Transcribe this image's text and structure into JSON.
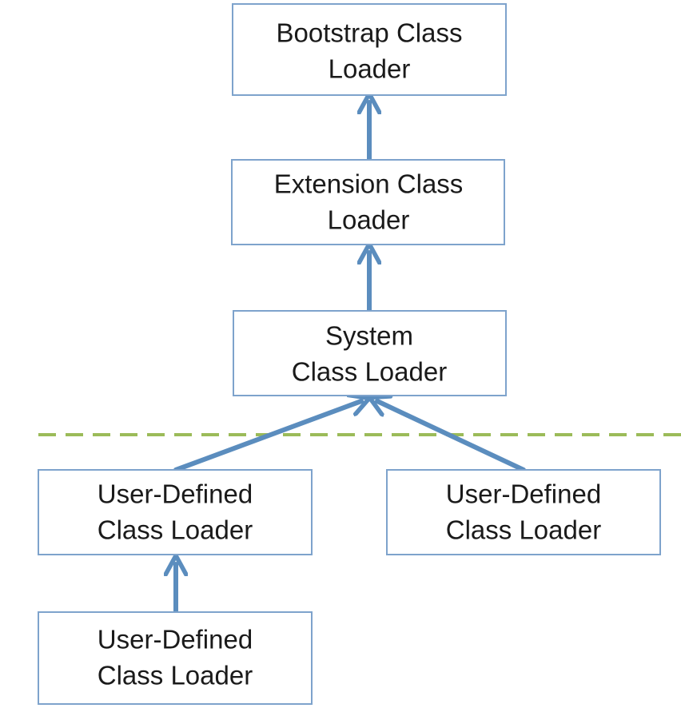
{
  "diagram": {
    "nodes": {
      "bootstrap": {
        "line1": "Bootstrap Class",
        "line2": "Loader"
      },
      "extension": {
        "line1": "Extension Class",
        "line2": "Loader"
      },
      "system": {
        "line1": "System",
        "line2": "Class Loader"
      },
      "user_left": {
        "line1": "User-Defined",
        "line2": "Class Loader"
      },
      "user_right": {
        "line1": "User-Defined",
        "line2": "Class Loader"
      },
      "user_bottom": {
        "line1": "User-Defined",
        "line2": "Class Loader"
      }
    },
    "edges": [
      {
        "from": "extension",
        "to": "bootstrap"
      },
      {
        "from": "system",
        "to": "extension"
      },
      {
        "from": "user_left",
        "to": "system"
      },
      {
        "from": "user_right",
        "to": "system"
      },
      {
        "from": "user_bottom",
        "to": "user_left"
      }
    ],
    "colors": {
      "box_border": "#7ea3cc",
      "arrow": "#5b8dbe",
      "divider": "#9bbb59",
      "text": "#1a1a1a"
    }
  }
}
